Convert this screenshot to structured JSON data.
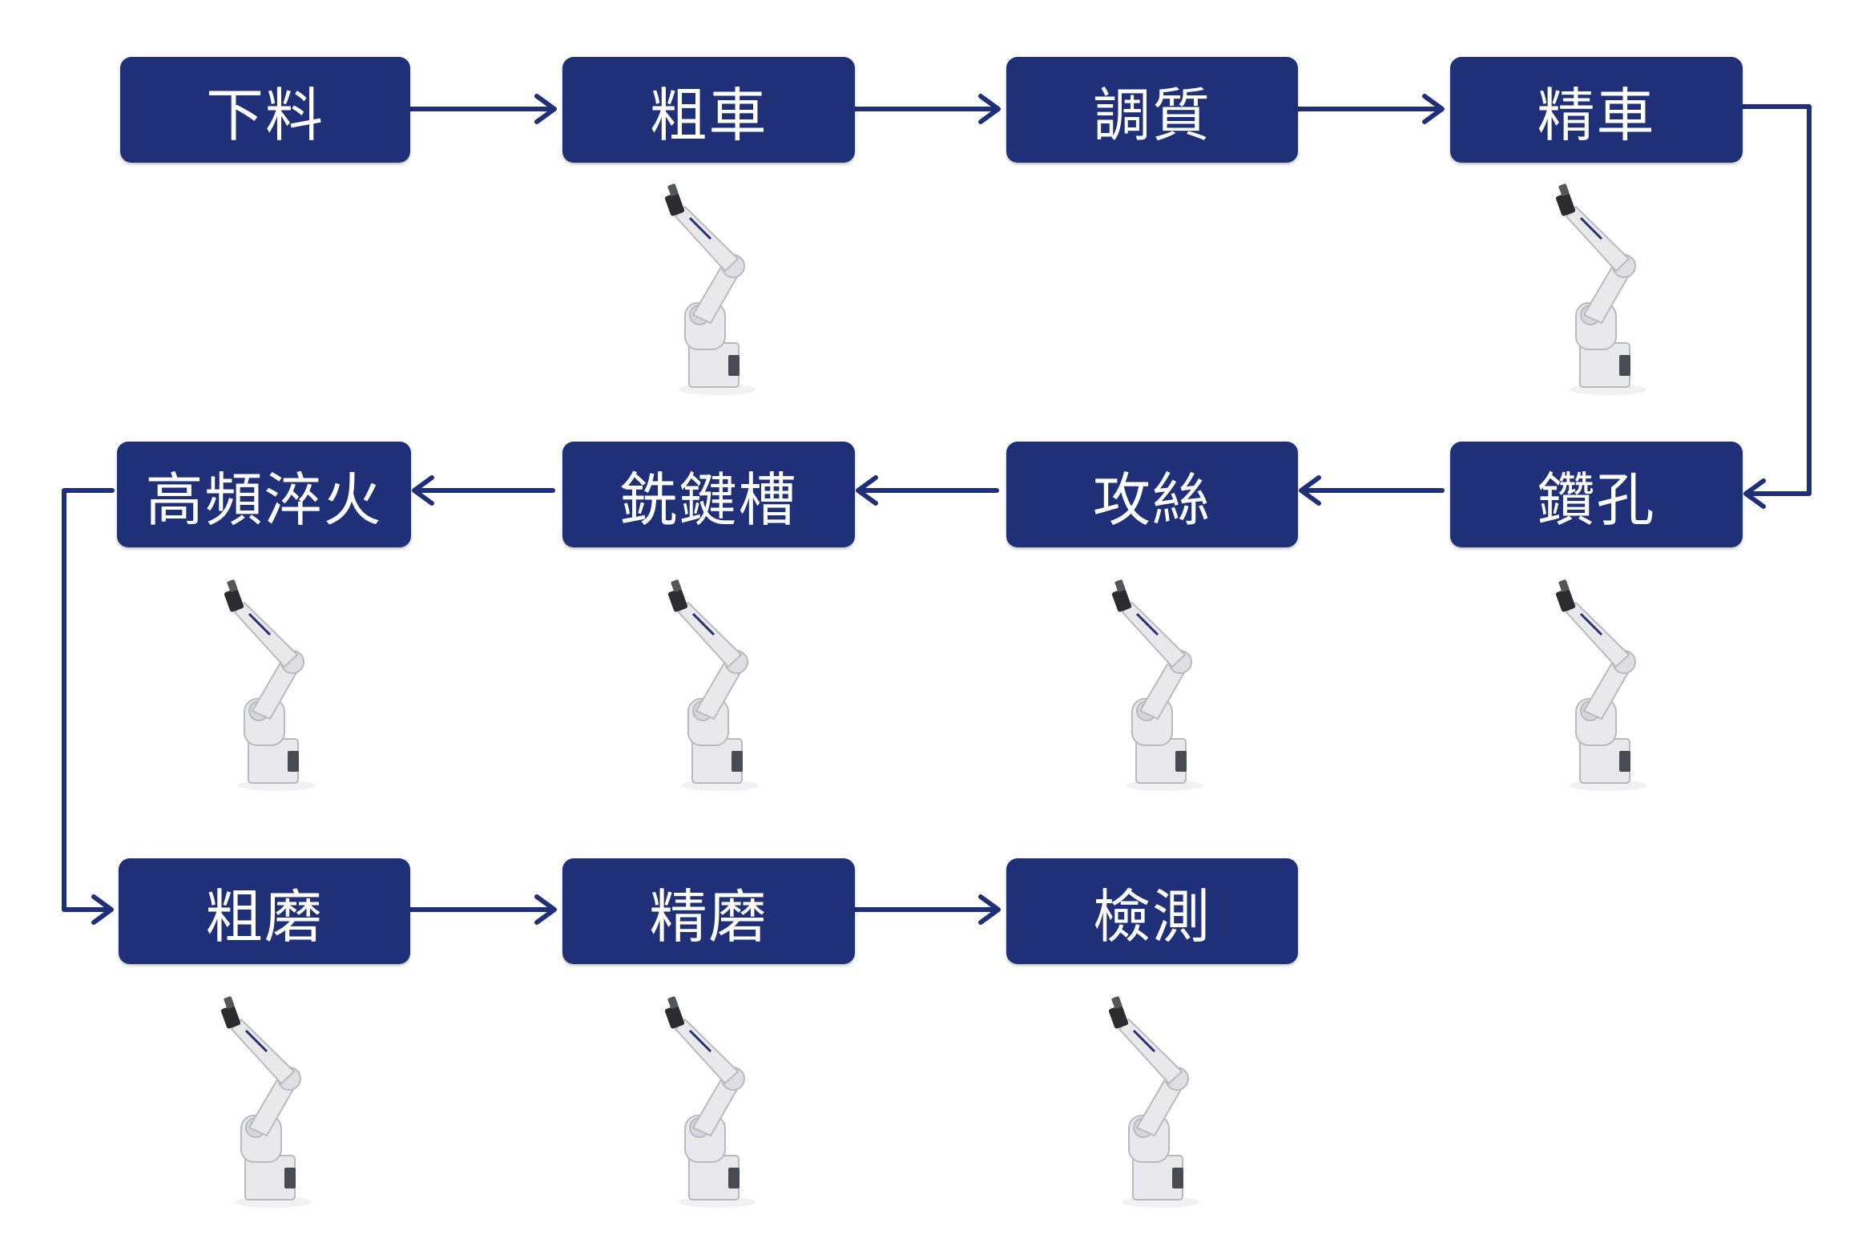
{
  "colors": {
    "box_fill": "#1f2f78",
    "box_text": "#ffffff",
    "connector": "#1f2f78",
    "robot_body": "#e9e9ec",
    "robot_shadow": "#b9b9c0",
    "robot_accent": "#1f2f78"
  },
  "steps": [
    {
      "id": "s1",
      "label": "下料",
      "robot": false
    },
    {
      "id": "s2",
      "label": "粗車",
      "robot": true
    },
    {
      "id": "s3",
      "label": "調質",
      "robot": false
    },
    {
      "id": "s4",
      "label": "精車",
      "robot": true
    },
    {
      "id": "s5",
      "label": "鑽孔",
      "robot": true
    },
    {
      "id": "s6",
      "label": "攻絲",
      "robot": true
    },
    {
      "id": "s7",
      "label": "銑鍵槽",
      "robot": true
    },
    {
      "id": "s8",
      "label": "高頻淬火",
      "robot": true
    },
    {
      "id": "s9",
      "label": "粗磨",
      "robot": true
    },
    {
      "id": "s10",
      "label": "精磨",
      "robot": true
    },
    {
      "id": "s11",
      "label": "檢測",
      "robot": true
    }
  ],
  "flow": [
    [
      "s1",
      "s2"
    ],
    [
      "s2",
      "s3"
    ],
    [
      "s3",
      "s4"
    ],
    [
      "s4",
      "s5"
    ],
    [
      "s5",
      "s6"
    ],
    [
      "s6",
      "s7"
    ],
    [
      "s7",
      "s8"
    ],
    [
      "s8",
      "s9"
    ],
    [
      "s9",
      "s10"
    ],
    [
      "s10",
      "s11"
    ]
  ],
  "icons": {
    "robot": "industrial-robot-arm-icon",
    "arrow": "arrow-head-icon"
  }
}
